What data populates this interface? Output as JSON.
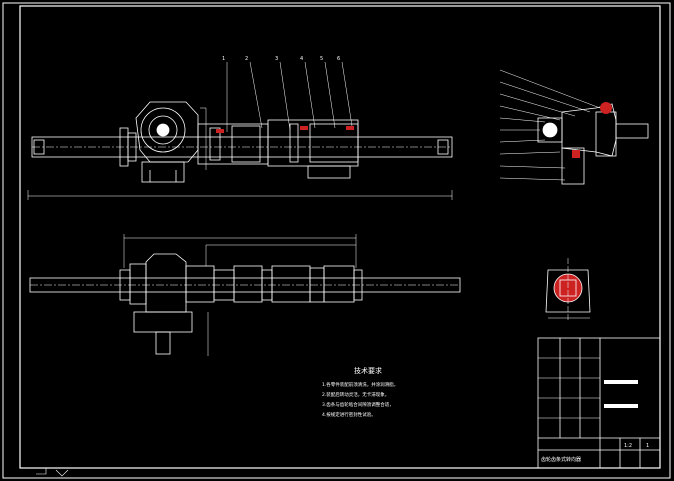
{
  "drawing": {
    "background": "#000000",
    "line_color": "#ffffff",
    "accent_color": "#cc2222",
    "tech_requirements": {
      "title": "技术要求",
      "lines": [
        "1.各零件装配前须清洗，并涂润滑脂，",
        "2.装配后转动灵活，无卡滞现象，",
        "3.齿条与齿轮啮合间隙须调整合适，",
        "4.按规定进行密封性试验。"
      ]
    },
    "title_block": {
      "title": "齿轮齿条式转向器",
      "scale": "1:2",
      "sheet": "1"
    },
    "balloon_labels": [
      "1",
      "2",
      "3",
      "4",
      "5",
      "6"
    ]
  }
}
